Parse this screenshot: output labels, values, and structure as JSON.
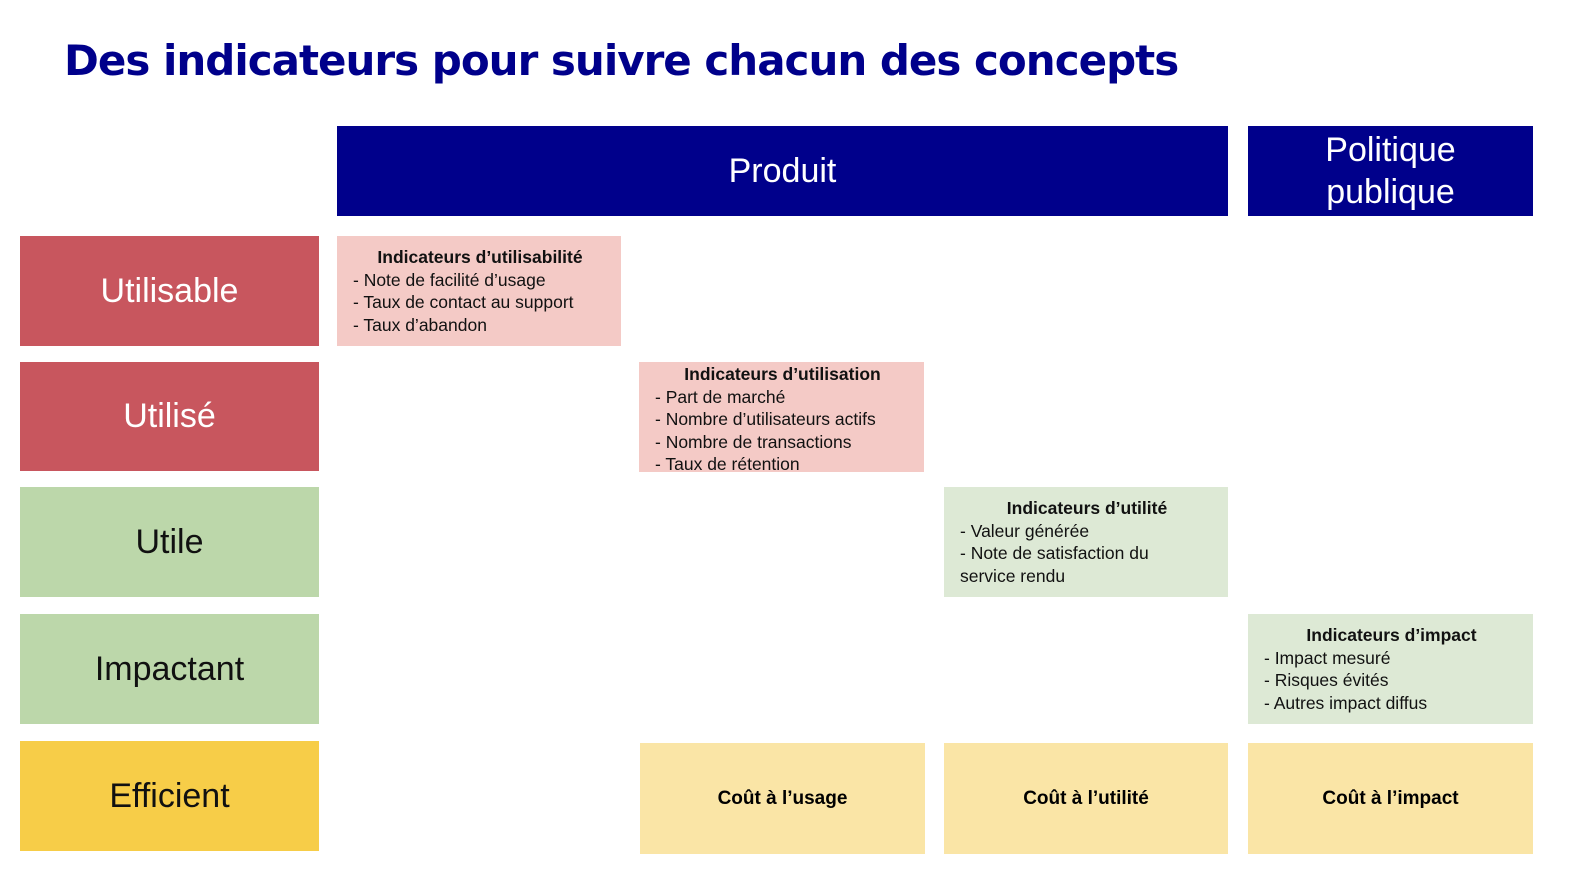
{
  "title": "Des indicateurs pour suivre chacun des concepts",
  "headers": {
    "produit": "Produit",
    "politique_line1": "Politique",
    "politique_line2": "publique"
  },
  "rows": {
    "utilisable": "Utilisable",
    "utilise": "Utilisé",
    "utile": "Utile",
    "impactant": "Impactant",
    "efficient": "Efficient"
  },
  "cells": {
    "utilisabilite": {
      "title": "Indicateurs d’utilisabilité",
      "items": [
        "- Note de facilité d’usage",
        "- Taux de contact au support",
        "- Taux d’abandon"
      ]
    },
    "utilisation": {
      "title": "Indicateurs d’utilisation",
      "items": [
        "- Part de marché",
        "- Nombre d’utilisateurs actifs",
        "- Nombre de transactions",
        "- Taux de rétention"
      ]
    },
    "utilite": {
      "title": "Indicateurs d’utilité",
      "items": [
        "- Valeur générée",
        "- Note de satisfaction du",
        "service rendu"
      ]
    },
    "impact": {
      "title": "Indicateurs d’impact",
      "items": [
        "- Impact mesuré",
        "- Risques évités",
        "- Autres impact diffus"
      ]
    },
    "cout_usage": "Coût à l’usage",
    "cout_utilite": "Coût à l’utilité",
    "cout_impact": "Coût à l’impact"
  },
  "colors": {
    "header": "#00008b",
    "row_red": "#c8565e",
    "row_green": "#bcd7aa",
    "row_yellow": "#f7cd48",
    "cell_red": "#f4cac6",
    "cell_green": "#dde9d5",
    "cell_yellow": "#fae5a6"
  }
}
